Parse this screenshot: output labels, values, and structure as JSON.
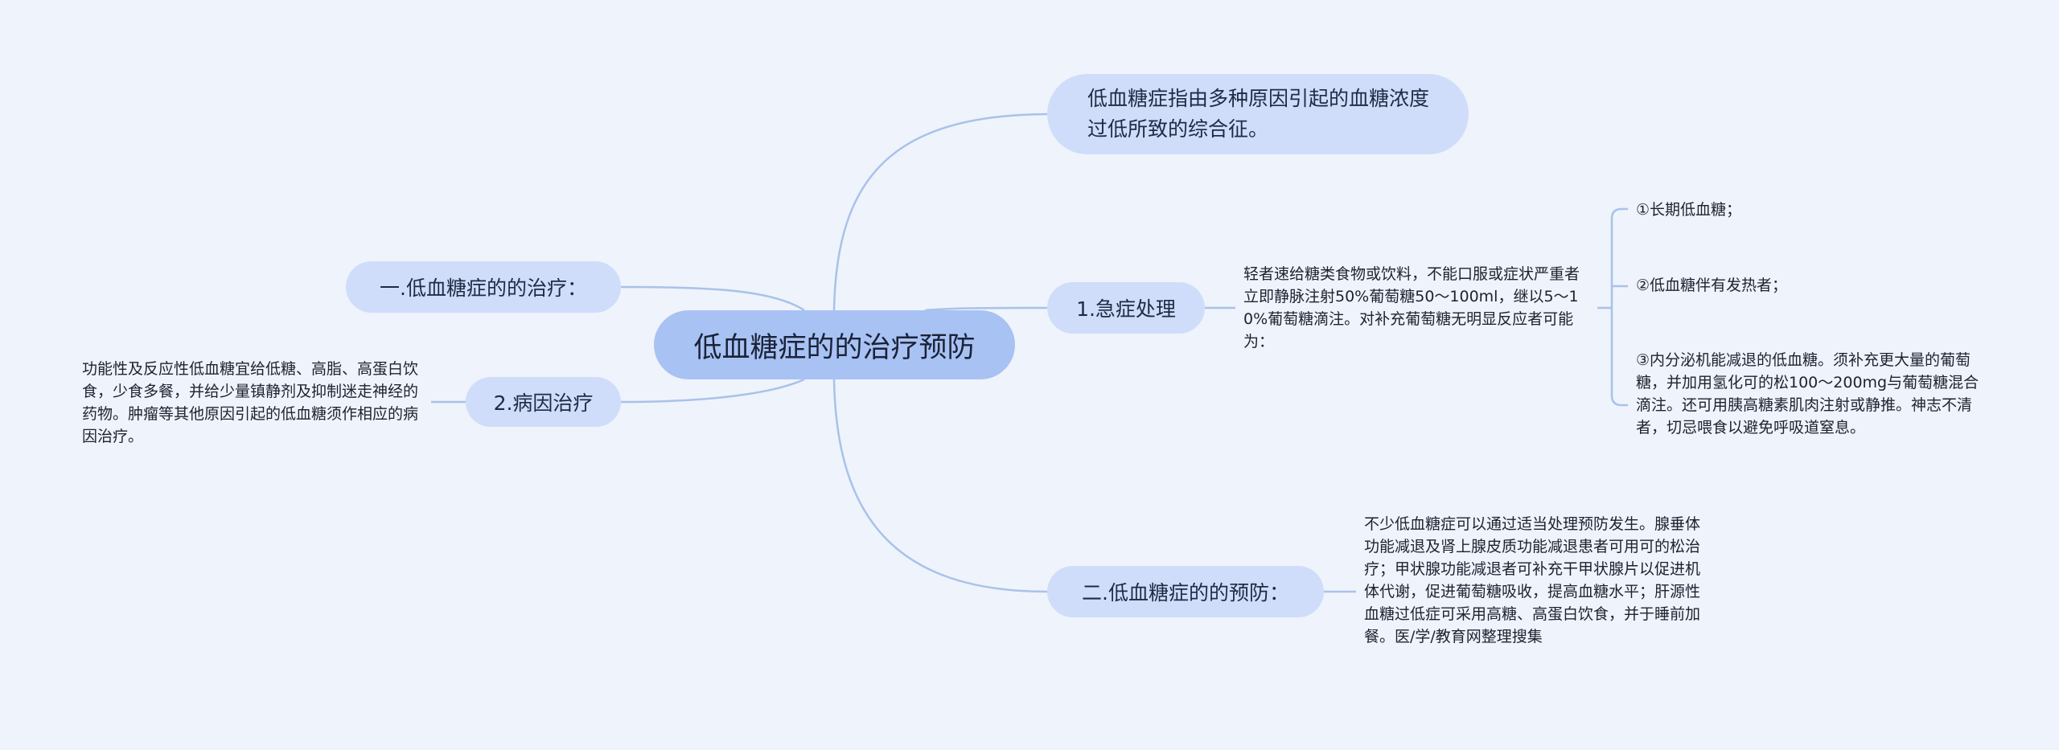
{
  "root": {
    "label": "低血糖症的的治疗预防"
  },
  "definition": {
    "label": "低血糖症指由多种原因引起的血糖浓度过低所致的综合征。"
  },
  "treatment": {
    "label": "一.低血糖症的的治疗："
  },
  "emergency": {
    "label": "1.急症处理",
    "detail": "轻者速给糖类食物或饮料，不能口服或症状严重者立即静脉注射50%葡萄糖50～100ml，继以5～10%葡萄糖滴注。对补充葡萄糖无明显反应者可能为：",
    "items": [
      "①长期低血糖；",
      "②低血糖伴有发热者；",
      "③内分泌机能减退的低血糖。须补充更大量的葡萄糖，并加用氢化可的松100～200mg与葡萄糖混合滴注。还可用胰高糖素肌肉注射或静推。神志不清者，切忌喂食以避免呼吸道窒息。"
    ]
  },
  "cause": {
    "label": "2.病因治疗",
    "detail": "功能性及反应性低血糖宜给低糖、高脂、高蛋白饮食，少食多餐，并给少量镇静剂及抑制迷走神经的药物。肿瘤等其他原因引起的低血糖须作相应的病因治疗。"
  },
  "prevention": {
    "label": "二.低血糖症的的预防：",
    "detail": "不少低血糖症可以通过适当处理预防发生。腺垂体功能减退及肾上腺皮质功能减退患者可用可的松治疗；甲状腺功能减退者可补充干甲状腺片以促进机体代谢，促进葡萄糖吸收，提高血糖水平；肝源性血糖过低症可采用高糖、高蛋白饮食，并于睡前加餐。医/学/教育网整理搜集"
  },
  "colors": {
    "background": "#eff3fb",
    "root": "#a9c2f4",
    "branch": "#cfddfb",
    "line": "#a9c2ea"
  }
}
